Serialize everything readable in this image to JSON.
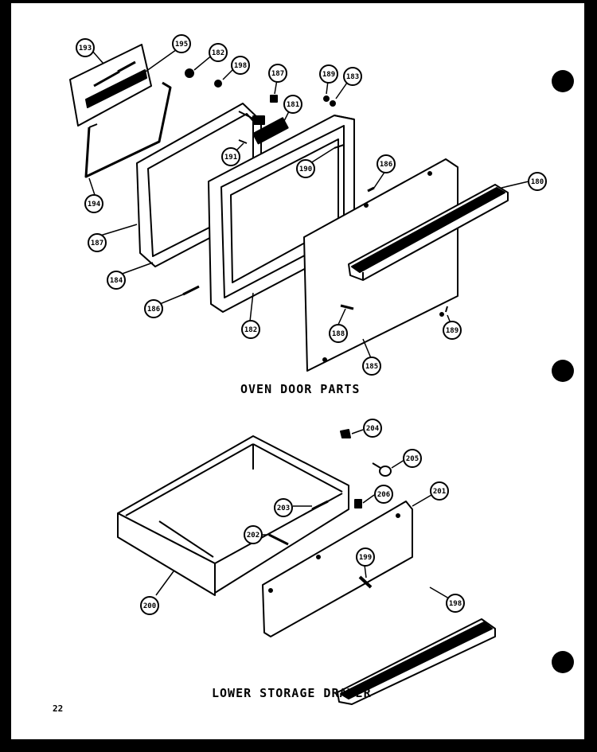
{
  "sections": {
    "oven_door_title": "OVEN DOOR PARTS",
    "drawer_title": "LOWER STORAGE DRAWER"
  },
  "page_number": "22",
  "callouts": {
    "c193": "193",
    "c195": "195",
    "c182a": "182",
    "c198": "198",
    "c187a": "187",
    "c189a": "189",
    "c183": "183",
    "c181": "181",
    "c191": "191",
    "c190a": "190",
    "c186a": "186",
    "c180": "180",
    "c194": "194",
    "c187b": "187",
    "c184": "184",
    "c186b": "186",
    "c182b": "182",
    "c188": "188",
    "c189b": "189",
    "c185": "185",
    "c204": "204",
    "c205": "205",
    "c206": "206",
    "c201": "201",
    "c203": "203",
    "c202": "202",
    "c199": "199",
    "c198b": "198",
    "c200": "200"
  }
}
